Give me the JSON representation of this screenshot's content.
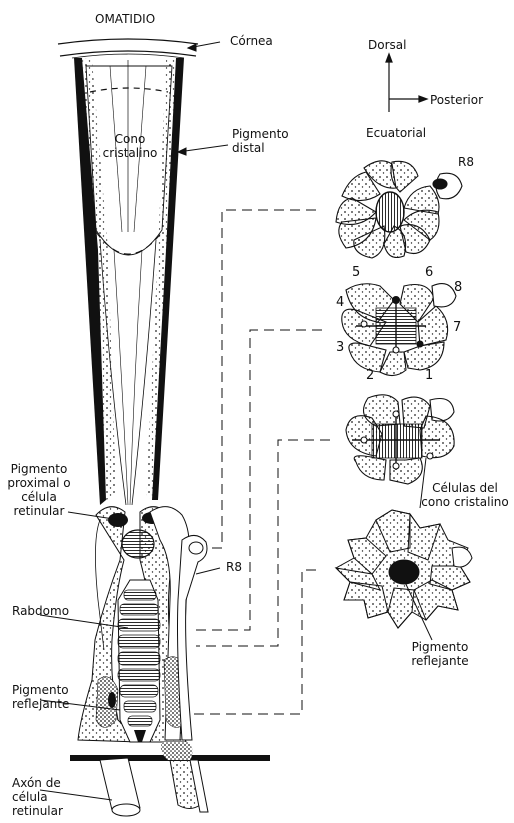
{
  "title": "OMATIDIO",
  "labels": {
    "cornea": "Córnea",
    "cono_cristalino": "Cono cristalino",
    "pigmento_distal": "Pigmento distal",
    "pigmento_proximal": "Pigmento proximal o célula retinular",
    "r8_left": "R8",
    "rabdomo": "Rabdomo",
    "pigmento_reflejante_left": "Pigmento reflejante",
    "axon": "Axón de célula retinular",
    "r8_right": "R8",
    "celulas_cono": "Células del cono cristalino",
    "pigmento_reflejante_right": "Pigmento reflejante"
  },
  "orientation": {
    "dorsal": "Dorsal",
    "posterior": "Posterior",
    "ecuatorial": "Ecuatorial"
  },
  "cell_numbers": [
    "1",
    "2",
    "3",
    "4",
    "5",
    "6",
    "7",
    "8"
  ]
}
